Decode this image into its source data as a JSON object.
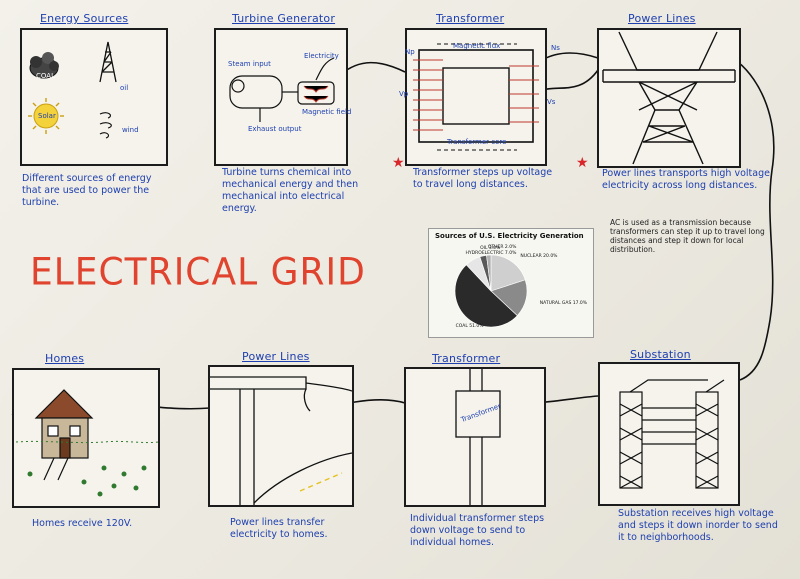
{
  "title": "ELECTRICAL GRID",
  "sections": {
    "energy_sources": {
      "heading": "Energy Sources",
      "caption": "Different sources of energy that are used to power the turbine.",
      "labels": {
        "coal": "COAL",
        "oil": "oil",
        "solar": "Solar",
        "wind": "wind"
      }
    },
    "turbine_generator": {
      "heading": "Turbine Generator",
      "caption": "Turbine turns chemical into mechanical energy and then mechanical into electrical energy.",
      "labels": {
        "steam": "Steam input",
        "exhaust": "Exhaust output",
        "electricity": "Electricity",
        "magnetic": "Magnetic field"
      }
    },
    "transformer_top": {
      "heading": "Transformer",
      "caption": "Transformer steps up voltage to travel long distances.",
      "labels": {
        "flux": "Magnetic flux",
        "core": "Transformer core",
        "np": "Np",
        "ns": "Ns",
        "vp": "Vp",
        "vs": "Vs"
      }
    },
    "power_lines_top": {
      "heading": "Power Lines",
      "caption": "Power lines transports high voltage electricity across long distances.",
      "note": "AC is used as a transmission because transformers can step it up to travel long distances and step it down for local distribution."
    },
    "substation": {
      "heading": "Substation",
      "caption": "Substation receives high voltage and steps it down inorder to send it to neighborhoods."
    },
    "transformer_bottom": {
      "heading": "Transformer",
      "caption": "Individual transformer steps down voltage to send to individual homes.",
      "labels": {
        "box": "Transformer"
      }
    },
    "power_lines_bottom": {
      "heading": "Power Lines",
      "caption": "Power lines transfer electricity to homes."
    },
    "homes": {
      "heading": "Homes",
      "caption": "Homes receive 120V."
    }
  },
  "chart_data": {
    "type": "pie",
    "title": "Sources of U.S. Electricity Generation",
    "slices": [
      {
        "label": "NUCLEAR",
        "value": 20.0,
        "color": "#cfcfcf"
      },
      {
        "label": "NATURAL GAS",
        "value": 17.0,
        "color": "#8a8a8a"
      },
      {
        "label": "COAL",
        "value": 51.0,
        "color": "#2a2a2a"
      },
      {
        "label": "HYDROELECTRIC",
        "value": 7.0,
        "color": "#e6e6e6"
      },
      {
        "label": "OIL",
        "value": 3.0,
        "color": "#5a5a5a"
      },
      {
        "label": "OTHER",
        "value": 2.0,
        "color": "#b0b0b0"
      }
    ]
  },
  "colors": {
    "ink": "#1d3fb0",
    "title": "#e0442f",
    "star": "#d8262a"
  },
  "icons": {
    "star": "★"
  }
}
